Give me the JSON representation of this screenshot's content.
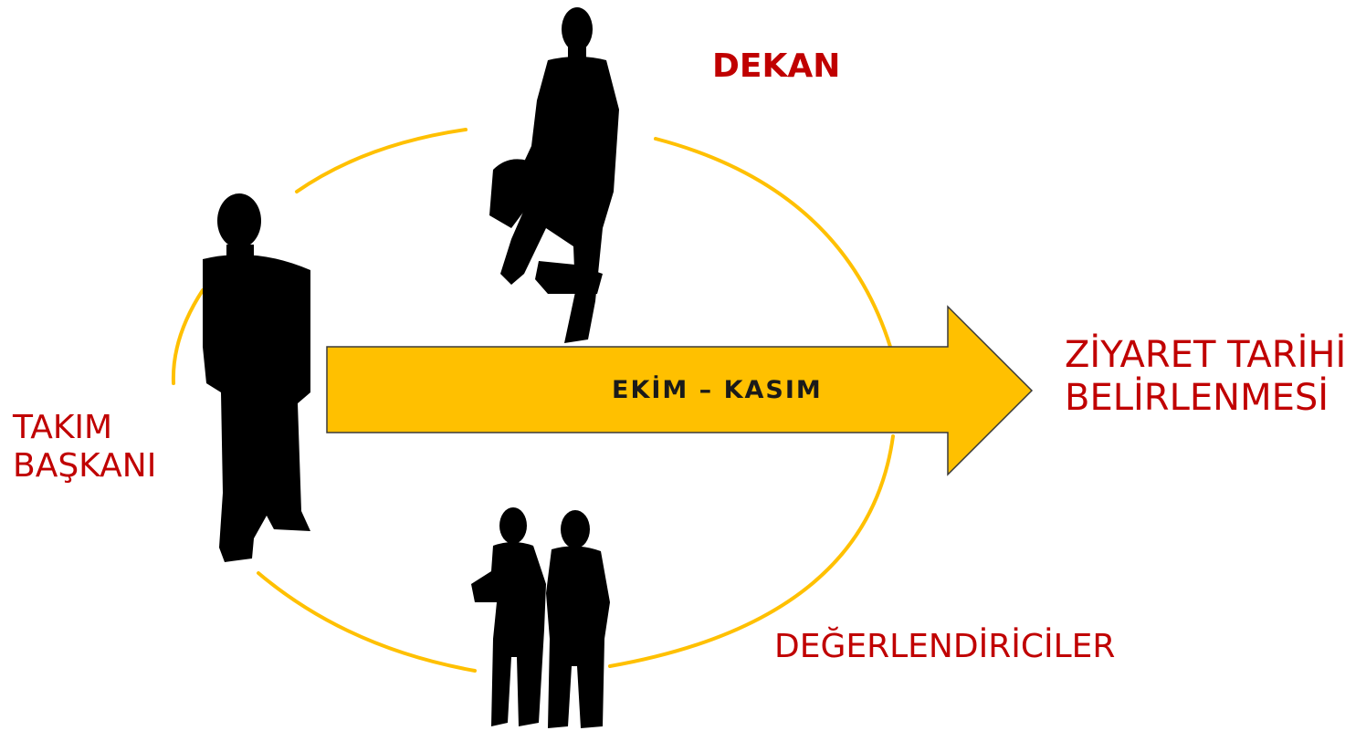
{
  "colors": {
    "ring": "#FFC000",
    "arrow_fill": "#FFC000",
    "arrow_stroke": "#3A3A3A",
    "label_red": "#C00000",
    "arrow_text": "#1a1a1a",
    "silhouette": "#000000"
  },
  "icons": {
    "dean": "standing-person-silhouette-icon",
    "team_leader": "standing-person-silhouette-icon",
    "evaluators": "two-people-silhouette-icon"
  },
  "roles": {
    "dean": "DEKAN",
    "team_leader_line1": "TAKIM",
    "team_leader_line2": "BAŞKANI",
    "evaluators": "DEĞERLENDİRİCİLER"
  },
  "arrow": {
    "text": "EKİM – KASIM"
  },
  "target": {
    "line1": "ZİYARET TARİHİ",
    "line2": "BELİRLENMESİ"
  }
}
